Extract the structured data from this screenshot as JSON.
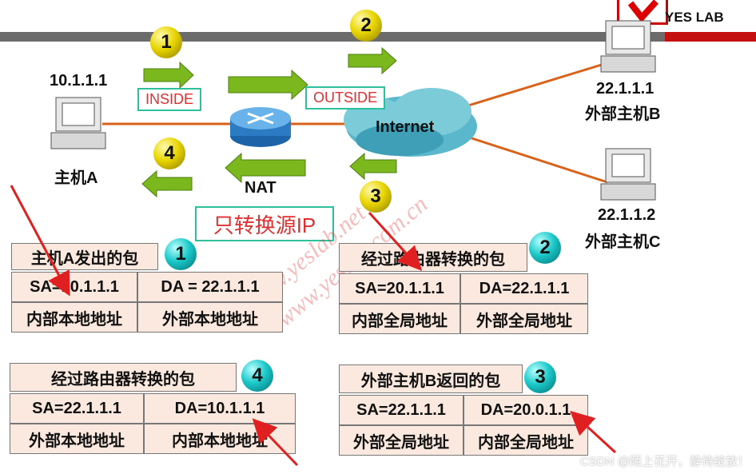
{
  "brand": {
    "logo_text": "YES LAB"
  },
  "hosts": {
    "host_a_ip": "10.1.1.1",
    "host_a_name": "主机A",
    "host_b_ip": "22.1.1.1",
    "host_b_name": "外部主机B",
    "host_c_ip": "22.1.1.2",
    "host_c_name": "外部主机C",
    "internet_label": "Internet",
    "nat_label": "NAT"
  },
  "labels": {
    "inside": "INSIDE",
    "outside": "OUTSIDE",
    "source_only": "只转换源IP"
  },
  "steps": {
    "s1": "1",
    "s2": "2",
    "s3": "3",
    "s4": "4"
  },
  "packets": {
    "p1": {
      "title": "主机A发出的包",
      "num": "1",
      "sa": "SA=10.1.1.1",
      "da": "DA = 22.1.1.1",
      "sa_type": "内部本地地址",
      "da_type": "外部本地地址"
    },
    "p2": {
      "title": "经过路由器转换的包",
      "num": "2",
      "sa": "SA=20.1.1.1",
      "da": "DA=22.1.1.1",
      "sa_type": "内部全局地址",
      "da_type": "外部全局地址"
    },
    "p3": {
      "title": "外部主机B返回的包",
      "num": "3",
      "sa": "SA=22.1.1.1",
      "da": "DA=20.0.1.1",
      "sa_type": "外部全局地址",
      "da_type": "内部全局地址"
    },
    "p4": {
      "title": "经过路由器转换的包",
      "num": "4",
      "sa": "SA=22.1.1.1",
      "da": "DA=10.1.1.1",
      "sa_type": "外部本地地址",
      "da_type": "内部本地地址"
    }
  },
  "watermarks": {
    "w1": "www.yeslab.net",
    "w2": "www.yeslab.com.cn"
  },
  "footer": {
    "credit": "CSDN @陌上花开，静待绽放！"
  },
  "colors": {
    "arrow_green": "#7ab81e",
    "link_orange": "#d9621b",
    "cell_fill": "#fbe9df",
    "badge_yellow": "#e8d400",
    "badge_teal": "#1cc8c8"
  }
}
